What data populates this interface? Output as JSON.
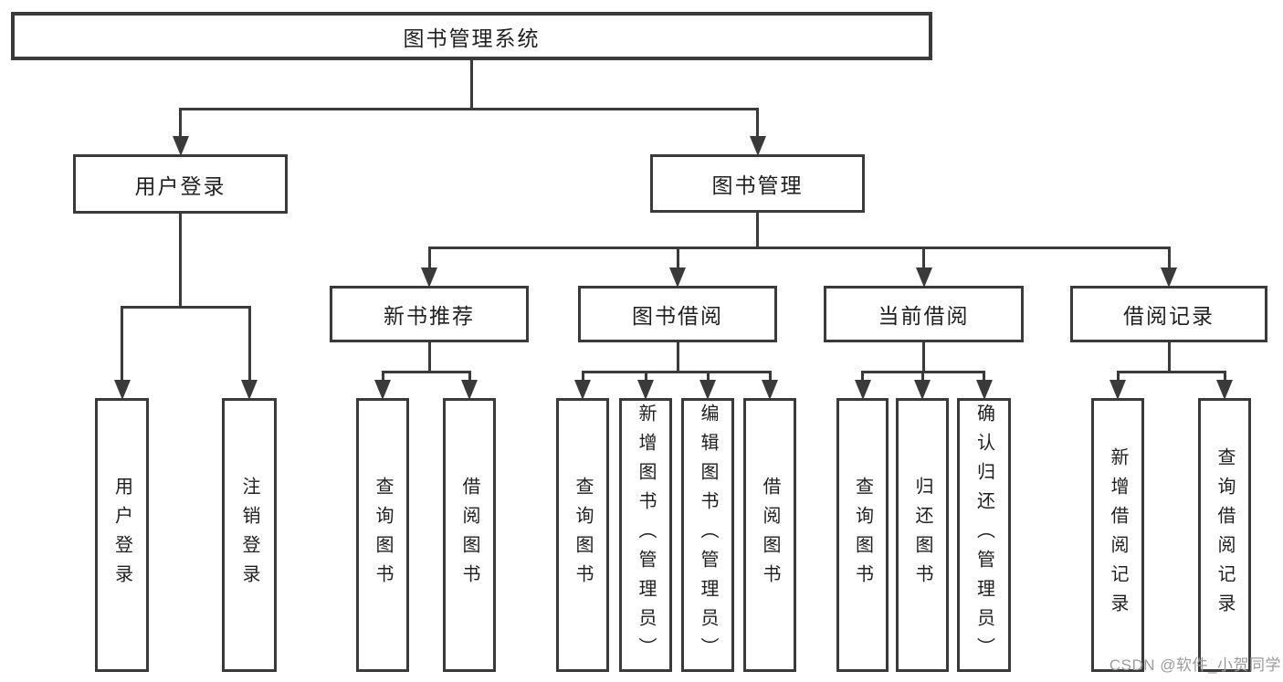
{
  "diagram_title": "图书管理系统",
  "nodes": {
    "root": {
      "label": "图书管理系统"
    },
    "level2": [
      {
        "label": "用户登录"
      },
      {
        "label": "图书管理"
      }
    ],
    "level3": [
      {
        "label": "新书推荐",
        "parent": "图书管理"
      },
      {
        "label": "图书借阅",
        "parent": "图书管理"
      },
      {
        "label": "当前借阅",
        "parent": "图书管理"
      },
      {
        "label": "借阅记录",
        "parent": "图书管理"
      }
    ],
    "leaves": [
      {
        "label": "用户登录",
        "parent": "用户登录"
      },
      {
        "label": "注销登录",
        "parent": "用户登录"
      },
      {
        "label": "查询图书",
        "parent": "新书推荐"
      },
      {
        "label": "借阅图书",
        "parent": "新书推荐"
      },
      {
        "label": "查询图书",
        "parent": "图书借阅"
      },
      {
        "label": "新增图书（管理员）",
        "parent": "图书借阅"
      },
      {
        "label": "编辑图书（管理员）",
        "parent": "图书借阅"
      },
      {
        "label": "借阅图书",
        "parent": "图书借阅"
      },
      {
        "label": "查询图书",
        "parent": "当前借阅"
      },
      {
        "label": "归还图书",
        "parent": "当前借阅"
      },
      {
        "label": "确认归还（管理员）",
        "parent": "当前借阅"
      },
      {
        "label": "新增借阅记录",
        "parent": "借阅记录"
      },
      {
        "label": "查询借阅记录",
        "parent": "借阅记录"
      }
    ]
  },
  "watermark": "CSDN @软件_小贺同学",
  "colors": {
    "line": "#3a3a3a",
    "text": "#1f1f1f",
    "background": "#ffffff",
    "watermark_text": "#9b9b9b"
  }
}
